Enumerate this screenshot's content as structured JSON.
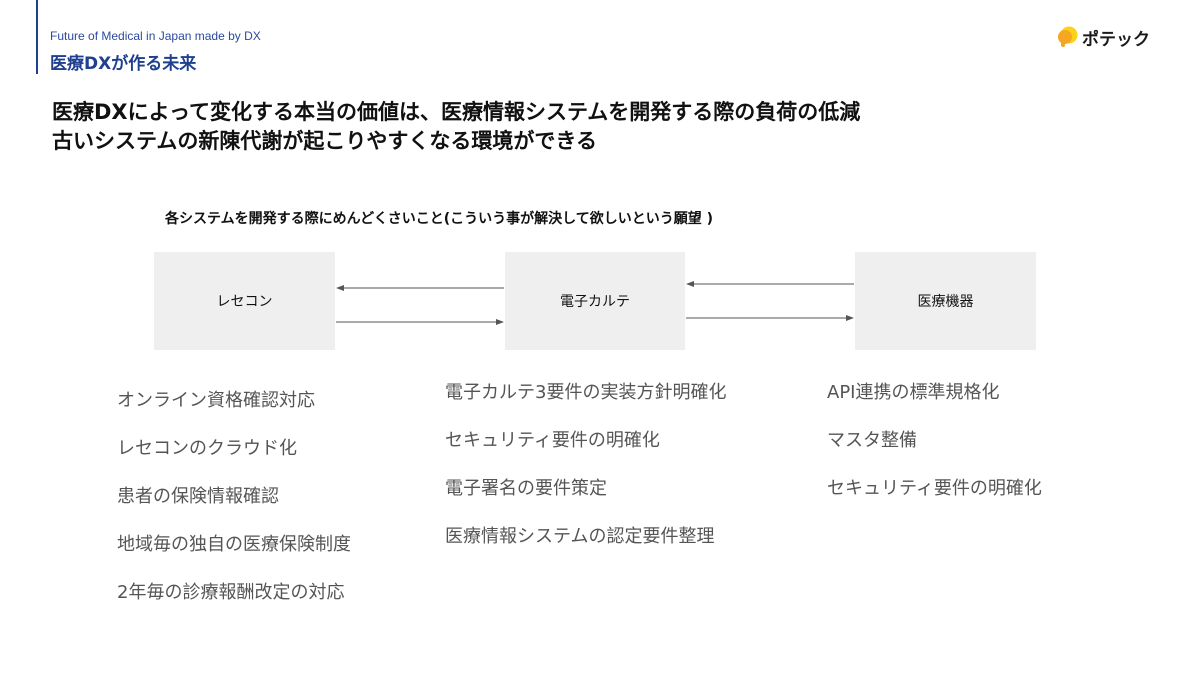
{
  "header": {
    "subtitle": "Future of Medical in Japan made by DX",
    "title": "医療DXが作る未来"
  },
  "logo": {
    "text": "ポテック",
    "icon": "potech-logo-icon",
    "colors": {
      "orange": "#f5a623",
      "yellow": "#fcd116"
    }
  },
  "headline": {
    "line1": "医療DXによって変化する本当の価値は、医療情報システムを開発する際の負荷の低減",
    "line2": "古いシステムの新陳代謝が起こりやすくなる環境ができる"
  },
  "diagram": {
    "caption": "各システムを開発する際にめんどくさいこと(こういう事が解決して欲しいという願望 )",
    "boxes": {
      "receipt": "レセコン",
      "emr": "電子カルテ",
      "device": "医療機器"
    }
  },
  "columns": {
    "left": [
      "オンライン資格確認対応",
      "レセコンのクラウド化",
      "患者の保険情報確認",
      "地域毎の独自の医療保険制度",
      "2年毎の診療報酬改定の対応"
    ],
    "middle": [
      "電子カルテ3要件の実装方針明確化",
      "セキュリティ要件の明確化",
      "電子署名の要件策定",
      "医療情報システムの認定要件整理"
    ],
    "right": [
      "API連携の標準規格化",
      "マスタ整備",
      "セキュリティ要件の明確化"
    ]
  },
  "colors": {
    "accent": "#1f3f8f",
    "box_fill": "#efefef",
    "list_text": "#555555"
  }
}
